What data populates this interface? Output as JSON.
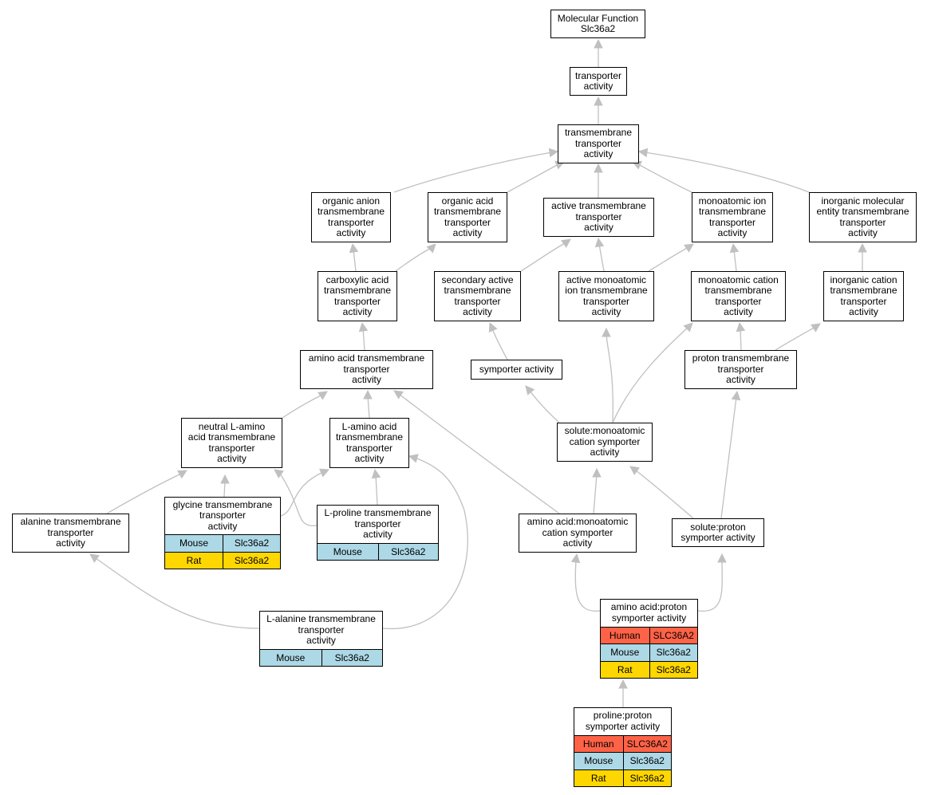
{
  "colors": {
    "edge": "#c0c0c0",
    "node_border": "#000000",
    "species": {
      "Human": "#ff6347",
      "Mouse": "#add8e6",
      "Rat": "#ffd700"
    }
  },
  "nodes": {
    "mf_root": {
      "lines": [
        "Molecular Function",
        "Slc36a2"
      ]
    },
    "transporter": {
      "lines": [
        "transporter",
        "activity"
      ]
    },
    "transmembrane": {
      "lines": [
        "transmembrane",
        "transporter",
        "activity"
      ]
    },
    "org_anion": {
      "lines": [
        "organic anion",
        "transmembrane",
        "transporter",
        "activity"
      ]
    },
    "org_acid": {
      "lines": [
        "organic acid",
        "transmembrane",
        "transporter",
        "activity"
      ]
    },
    "active_tm": {
      "lines": [
        "active transmembrane",
        "transporter",
        "activity"
      ]
    },
    "monoatomic_ion": {
      "lines": [
        "monoatomic ion",
        "transmembrane",
        "transporter",
        "activity"
      ]
    },
    "inorg_mol": {
      "lines": [
        "inorganic molecular",
        "entity transmembrane",
        "transporter",
        "activity"
      ]
    },
    "carboxylic": {
      "lines": [
        "carboxylic acid",
        "transmembrane",
        "transporter",
        "activity"
      ]
    },
    "secondary_active": {
      "lines": [
        "secondary active",
        "transmembrane",
        "transporter",
        "activity"
      ]
    },
    "active_monoatomic": {
      "lines": [
        "active monoatomic",
        "ion transmembrane",
        "transporter",
        "activity"
      ]
    },
    "monoatomic_cation": {
      "lines": [
        "monoatomic cation",
        "transmembrane",
        "transporter",
        "activity"
      ]
    },
    "inorg_cation": {
      "lines": [
        "inorganic cation",
        "transmembrane",
        "transporter",
        "activity"
      ]
    },
    "amino_acid_tm": {
      "lines": [
        "amino acid transmembrane",
        "transporter",
        "activity"
      ]
    },
    "symporter": {
      "lines": [
        "symporter activity"
      ]
    },
    "proton_tm": {
      "lines": [
        "proton transmembrane",
        "transporter",
        "activity"
      ]
    },
    "neutral_l_amino": {
      "lines": [
        "neutral L-amino",
        "acid transmembrane",
        "transporter",
        "activity"
      ]
    },
    "l_amino": {
      "lines": [
        "L-amino acid",
        "transmembrane",
        "transporter",
        "activity"
      ]
    },
    "solute_monoatomic": {
      "lines": [
        "solute:monoatomic",
        "cation symporter",
        "activity"
      ]
    },
    "alanine": {
      "lines": [
        "alanine transmembrane",
        "transporter",
        "activity"
      ]
    },
    "glycine": {
      "lines": [
        "glycine transmembrane",
        "transporter",
        "activity"
      ],
      "orthologs": [
        {
          "species": "Mouse",
          "gene": "Slc36a2"
        },
        {
          "species": "Rat",
          "gene": "Slc36a2"
        }
      ]
    },
    "l_proline": {
      "lines": [
        "L-proline transmembrane",
        "transporter",
        "activity"
      ],
      "orthologs": [
        {
          "species": "Mouse",
          "gene": "Slc36a2"
        }
      ]
    },
    "aa_monoatomic": {
      "lines": [
        "amino acid:monoatomic",
        "cation symporter",
        "activity"
      ]
    },
    "solute_proton": {
      "lines": [
        "solute:proton",
        "symporter activity"
      ]
    },
    "aa_proton": {
      "lines": [
        "amino acid:proton",
        "symporter activity"
      ],
      "orthologs": [
        {
          "species": "Human",
          "gene": "SLC36A2"
        },
        {
          "species": "Mouse",
          "gene": "Slc36a2"
        },
        {
          "species": "Rat",
          "gene": "Slc36a2"
        }
      ]
    },
    "l_alanine": {
      "lines": [
        "L-alanine transmembrane",
        "transporter",
        "activity"
      ],
      "orthologs": [
        {
          "species": "Mouse",
          "gene": "Slc36a2"
        }
      ]
    },
    "proline_proton": {
      "lines": [
        "proline:proton",
        "symporter activity"
      ],
      "orthologs": [
        {
          "species": "Human",
          "gene": "SLC36A2"
        },
        {
          "species": "Mouse",
          "gene": "Slc36a2"
        },
        {
          "species": "Rat",
          "gene": "Slc36a2"
        }
      ]
    }
  }
}
